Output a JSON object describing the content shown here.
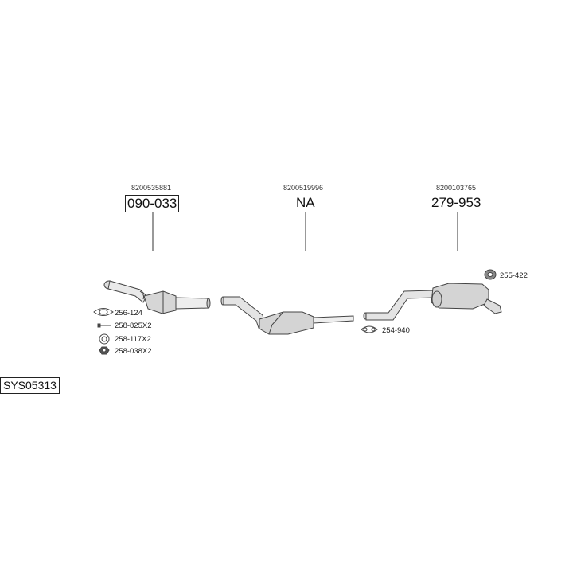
{
  "system_code": "SYS05313",
  "sections": [
    {
      "oem": "8200535881",
      "part_number": "090-033",
      "boxed": true
    },
    {
      "oem": "8200519996",
      "part_number": "NA",
      "boxed": false
    },
    {
      "oem": "8200103765",
      "part_number": "279-953",
      "boxed": false
    }
  ],
  "accessories": [
    {
      "code": "256-124",
      "icon": "gasket-icon"
    },
    {
      "code": "258-825X2",
      "icon": "bolt-icon"
    },
    {
      "code": "258-117X2",
      "icon": "ring-icon"
    },
    {
      "code": "258-038X2",
      "icon": "nut-icon"
    },
    {
      "code": "254-940",
      "icon": "clamp-icon"
    },
    {
      "code": "255-422",
      "icon": "rubber-mount-icon"
    }
  ]
}
